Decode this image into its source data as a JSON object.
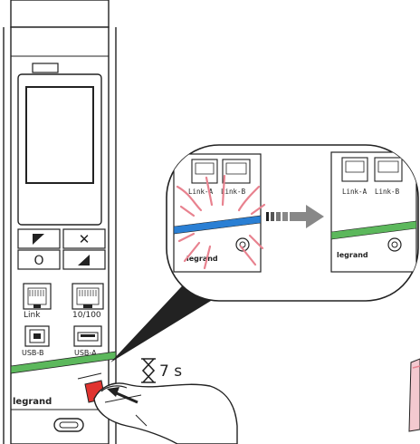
{
  "device": {
    "ports": {
      "link_label": "Link",
      "speed_label": "10/100",
      "usb_b_label": "USB-B",
      "usb_a_label": "USB-A"
    },
    "brand": "legrand",
    "buttons": {
      "top_left_glyph": "◤",
      "top_right_glyph": "✕",
      "bottom_left_glyph": "O",
      "bottom_right_glyph": "◢"
    }
  },
  "detail": {
    "before_labels": [
      "Link-A",
      "Link-B"
    ],
    "after_labels": [
      "Link-A",
      "Link-B"
    ],
    "brand": "legrand"
  },
  "instruction": {
    "hold_time": "7 s",
    "hourglass_icon": "hourglass-icon"
  },
  "colors": {
    "led_blue": "#2a7fd4",
    "led_green": "#5cb85c",
    "button_red": "#e0332f",
    "flash_pink": "#e8828f",
    "outline": "#222222"
  }
}
